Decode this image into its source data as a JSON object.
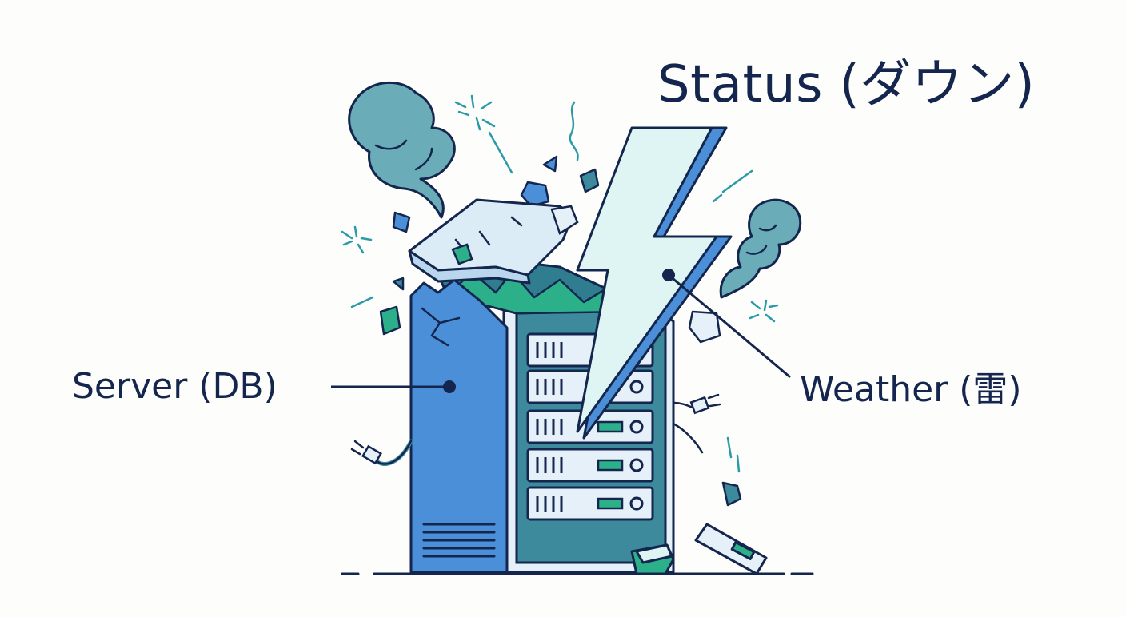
{
  "title": "Status (ダウン)",
  "labels": {
    "server": "Server (DB)",
    "weather": "Weather (雷)"
  },
  "colors": {
    "ink": "#14254e",
    "server_blue": "#4a8fd8",
    "rack_teal": "#3c8a9c",
    "smoke": "#6aacb8",
    "bolt_fill": "#dff5f4",
    "accent_green": "#2bb08a",
    "panel_light": "#e6f0f8"
  }
}
